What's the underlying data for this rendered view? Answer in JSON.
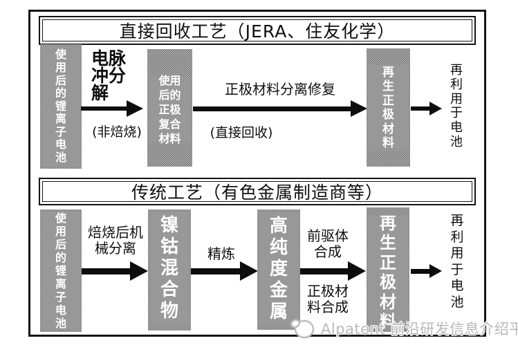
{
  "colors": {
    "box_fill": "#989898",
    "box_text": "#ffffff",
    "line_black": "#141414",
    "watermark_gray": "#b9b9b9"
  },
  "direct": {
    "title": "直接回收工艺（JERA、住友化学）",
    "source_box": "使用后的锂离子电池",
    "step1": {
      "label": "电脉冲分解",
      "note": "(非焙烧)"
    },
    "intermediate_box": "使用后的正极复合材料",
    "step2": {
      "label": "正极材料分离修复",
      "note": "(直接回收)"
    },
    "product_box": "再生正极材料",
    "outcome": "再利用于电池"
  },
  "traditional": {
    "title": "传统工艺（有色金属制造商等）",
    "source_box": "使用后的锂离子电池",
    "step1": {
      "label": "焙烧后机械分离"
    },
    "nickel_cobalt_box": "镍钴混合物",
    "step2": {
      "label": "精炼"
    },
    "metal_box": "高纯度金属",
    "step3": {
      "label_top": "前驱体合成",
      "label_bottom": "正极材料合成"
    },
    "product_box": "再生正极材料",
    "outcome": "再利用于电池"
  },
  "watermark": {
    "label": "Alpatent 前沿研发信息介绍平台"
  }
}
